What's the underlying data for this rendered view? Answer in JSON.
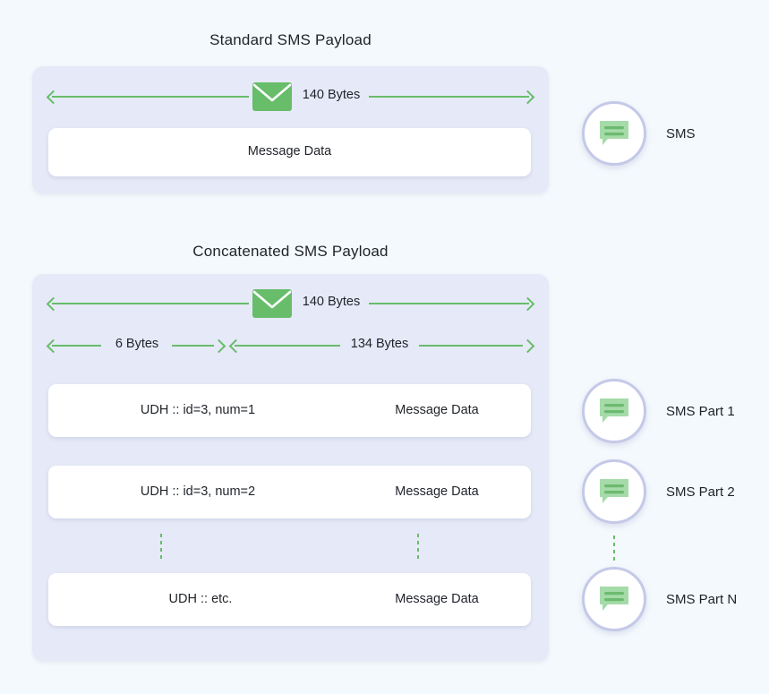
{
  "background_color": "#f4f9fd",
  "panel_color": "#e6e9f7",
  "card_color": "#ffffff",
  "accent_green": "#67bd6a",
  "bubble_green": "#a5dba8",
  "circle_border": "#c5c9e8",
  "sections": {
    "standard": {
      "title": "Standard SMS Payload",
      "ruler": {
        "label": "140 Bytes",
        "icon": "envelope-icon"
      },
      "rows": [
        {
          "left_text": "",
          "right_text": "Message Data",
          "center_text": "Message Data"
        }
      ]
    },
    "concatenated": {
      "title": "Concatenated SMS Payload",
      "ruler_total": {
        "label": "140 Bytes",
        "icon": "envelope-icon"
      },
      "ruler_split": [
        {
          "label": "6 Bytes"
        },
        {
          "label": "134 Bytes"
        }
      ],
      "rows": [
        {
          "udh": "UDH :: id=3, num=1",
          "data": "Message Data"
        },
        {
          "udh": "UDH :: id=3, num=2",
          "data": "Message Data"
        },
        {
          "udh": "UDH :: etc.",
          "data": "Message Data"
        }
      ],
      "ellipsis_marker": "vertical-dotted-line"
    }
  },
  "legend": {
    "items": [
      {
        "icon": "sms-bubble-icon",
        "label": "SMS"
      },
      {
        "icon": "sms-bubble-icon",
        "label": "SMS Part 1"
      },
      {
        "icon": "sms-bubble-icon",
        "label": "SMS Part 2"
      },
      {
        "icon": "sms-bubble-icon",
        "label": "SMS Part N"
      }
    ]
  }
}
